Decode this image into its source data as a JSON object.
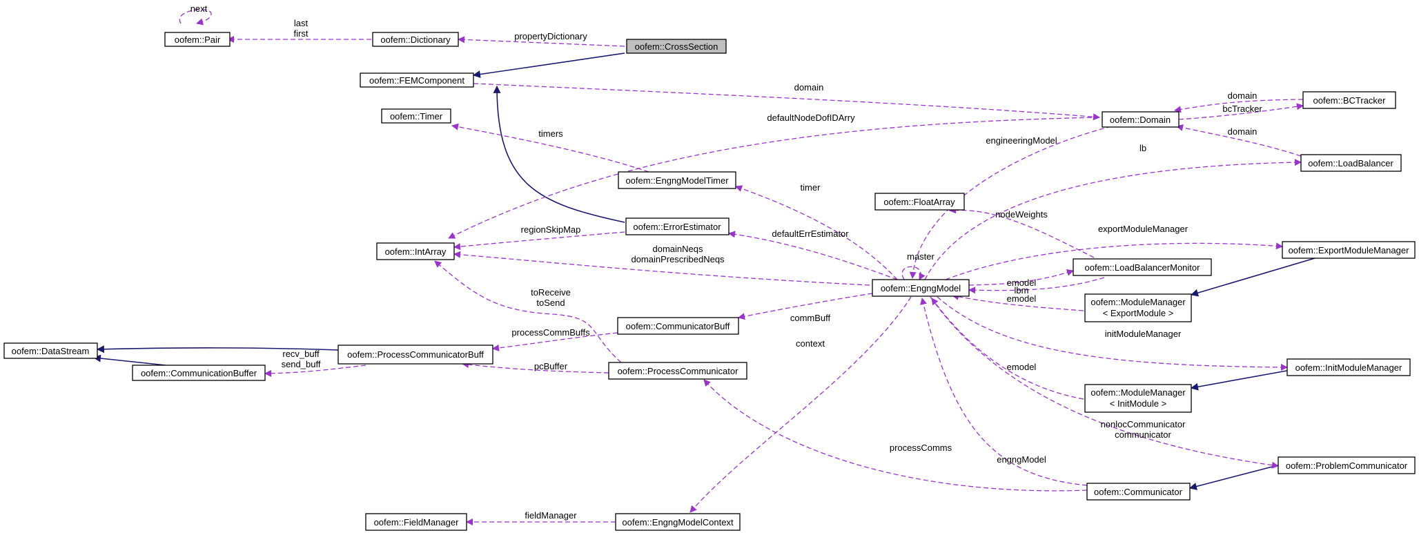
{
  "nodes": {
    "pair": "oofem::Pair",
    "dictionary": "oofem::Dictionary",
    "crosssection": "oofem::CrossSection",
    "femcomponent": "oofem::FEMComponent",
    "timer": "oofem::Timer",
    "intarray": "oofem::IntArray",
    "datastream": "oofem::DataStream",
    "communicationbuffer": "oofem::CommunicationBuffer",
    "processcommunicatorbuff": "oofem::ProcessCommunicatorBuff",
    "engngmodeltimer": "oofem::EngngModelTimer",
    "errorestimator": "oofem::ErrorEstimator",
    "communicatorbuff": "oofem::CommunicatorBuff",
    "processcommunicator": "oofem::ProcessCommunicator",
    "fieldmanager": "oofem::FieldManager",
    "engngmodelcontext": "oofem::EngngModelContext",
    "domain": "oofem::Domain",
    "floatarray": "oofem::FloatArray",
    "engngmodel": "oofem::EngngModel",
    "loadbalancermonitor": "oofem::LoadBalancerMonitor",
    "modulemanager_export": [
      "oofem::ModuleManager",
      "< ExportModule >"
    ],
    "modulemanager_init": [
      "oofem::ModuleManager",
      "< InitModule >"
    ],
    "communicator": "oofem::Communicator",
    "bctracker": "oofem::BCTracker",
    "loadbalancer": "oofem::LoadBalancer",
    "exportmodulemanager": "oofem::ExportModuleManager",
    "initmodulemanager": "oofem::InitModuleManager",
    "problemcommunicator": "oofem::ProblemCommunicator"
  },
  "edge_labels": {
    "next": "next",
    "last_first": [
      "last",
      "first"
    ],
    "propertyDictionary": "propertyDictionary",
    "domain_fem": "domain",
    "defaultNodeDofIDArry": "defaultNodeDofIDArry",
    "timers": "timers",
    "timer": "timer",
    "regionSkipMap": "regionSkipMap",
    "defaultErrEstimator": "defaultErrEstimator",
    "domainNeqs": [
      "domainNeqs",
      "domainPrescribedNeqs"
    ],
    "toReceive": [
      "toReceive",
      "toSend"
    ],
    "commBuff": "commBuff",
    "processCommBuffs": "processCommBuffs",
    "recv_send": [
      "recv_buff",
      "send_buff"
    ],
    "pcBuffer": "pcBuffer",
    "context": "context",
    "fieldManager": "fieldManager",
    "processComms": "processComms",
    "engngModel": "engngModel",
    "engineeringModel": "engineeringModel",
    "master": "master",
    "nodeWeights": "nodeWeights",
    "lb": "lb",
    "lbm": "lbm",
    "emodel_lbm": "emodel",
    "emodel_export": "emodel",
    "emodel_init": "emodel",
    "exportModuleManager": "exportModuleManager",
    "initModuleManager": "initModuleManager",
    "nonlocCommunicator": [
      "nonlocCommunicator",
      "communicator"
    ],
    "domain_bct": "domain",
    "bcTracker": "bcTracker",
    "domain_lb": "domain"
  },
  "colors": {
    "inheritance": "#191970",
    "usage": "#9a32cd",
    "highlight_fill": "#bfbfbf"
  }
}
